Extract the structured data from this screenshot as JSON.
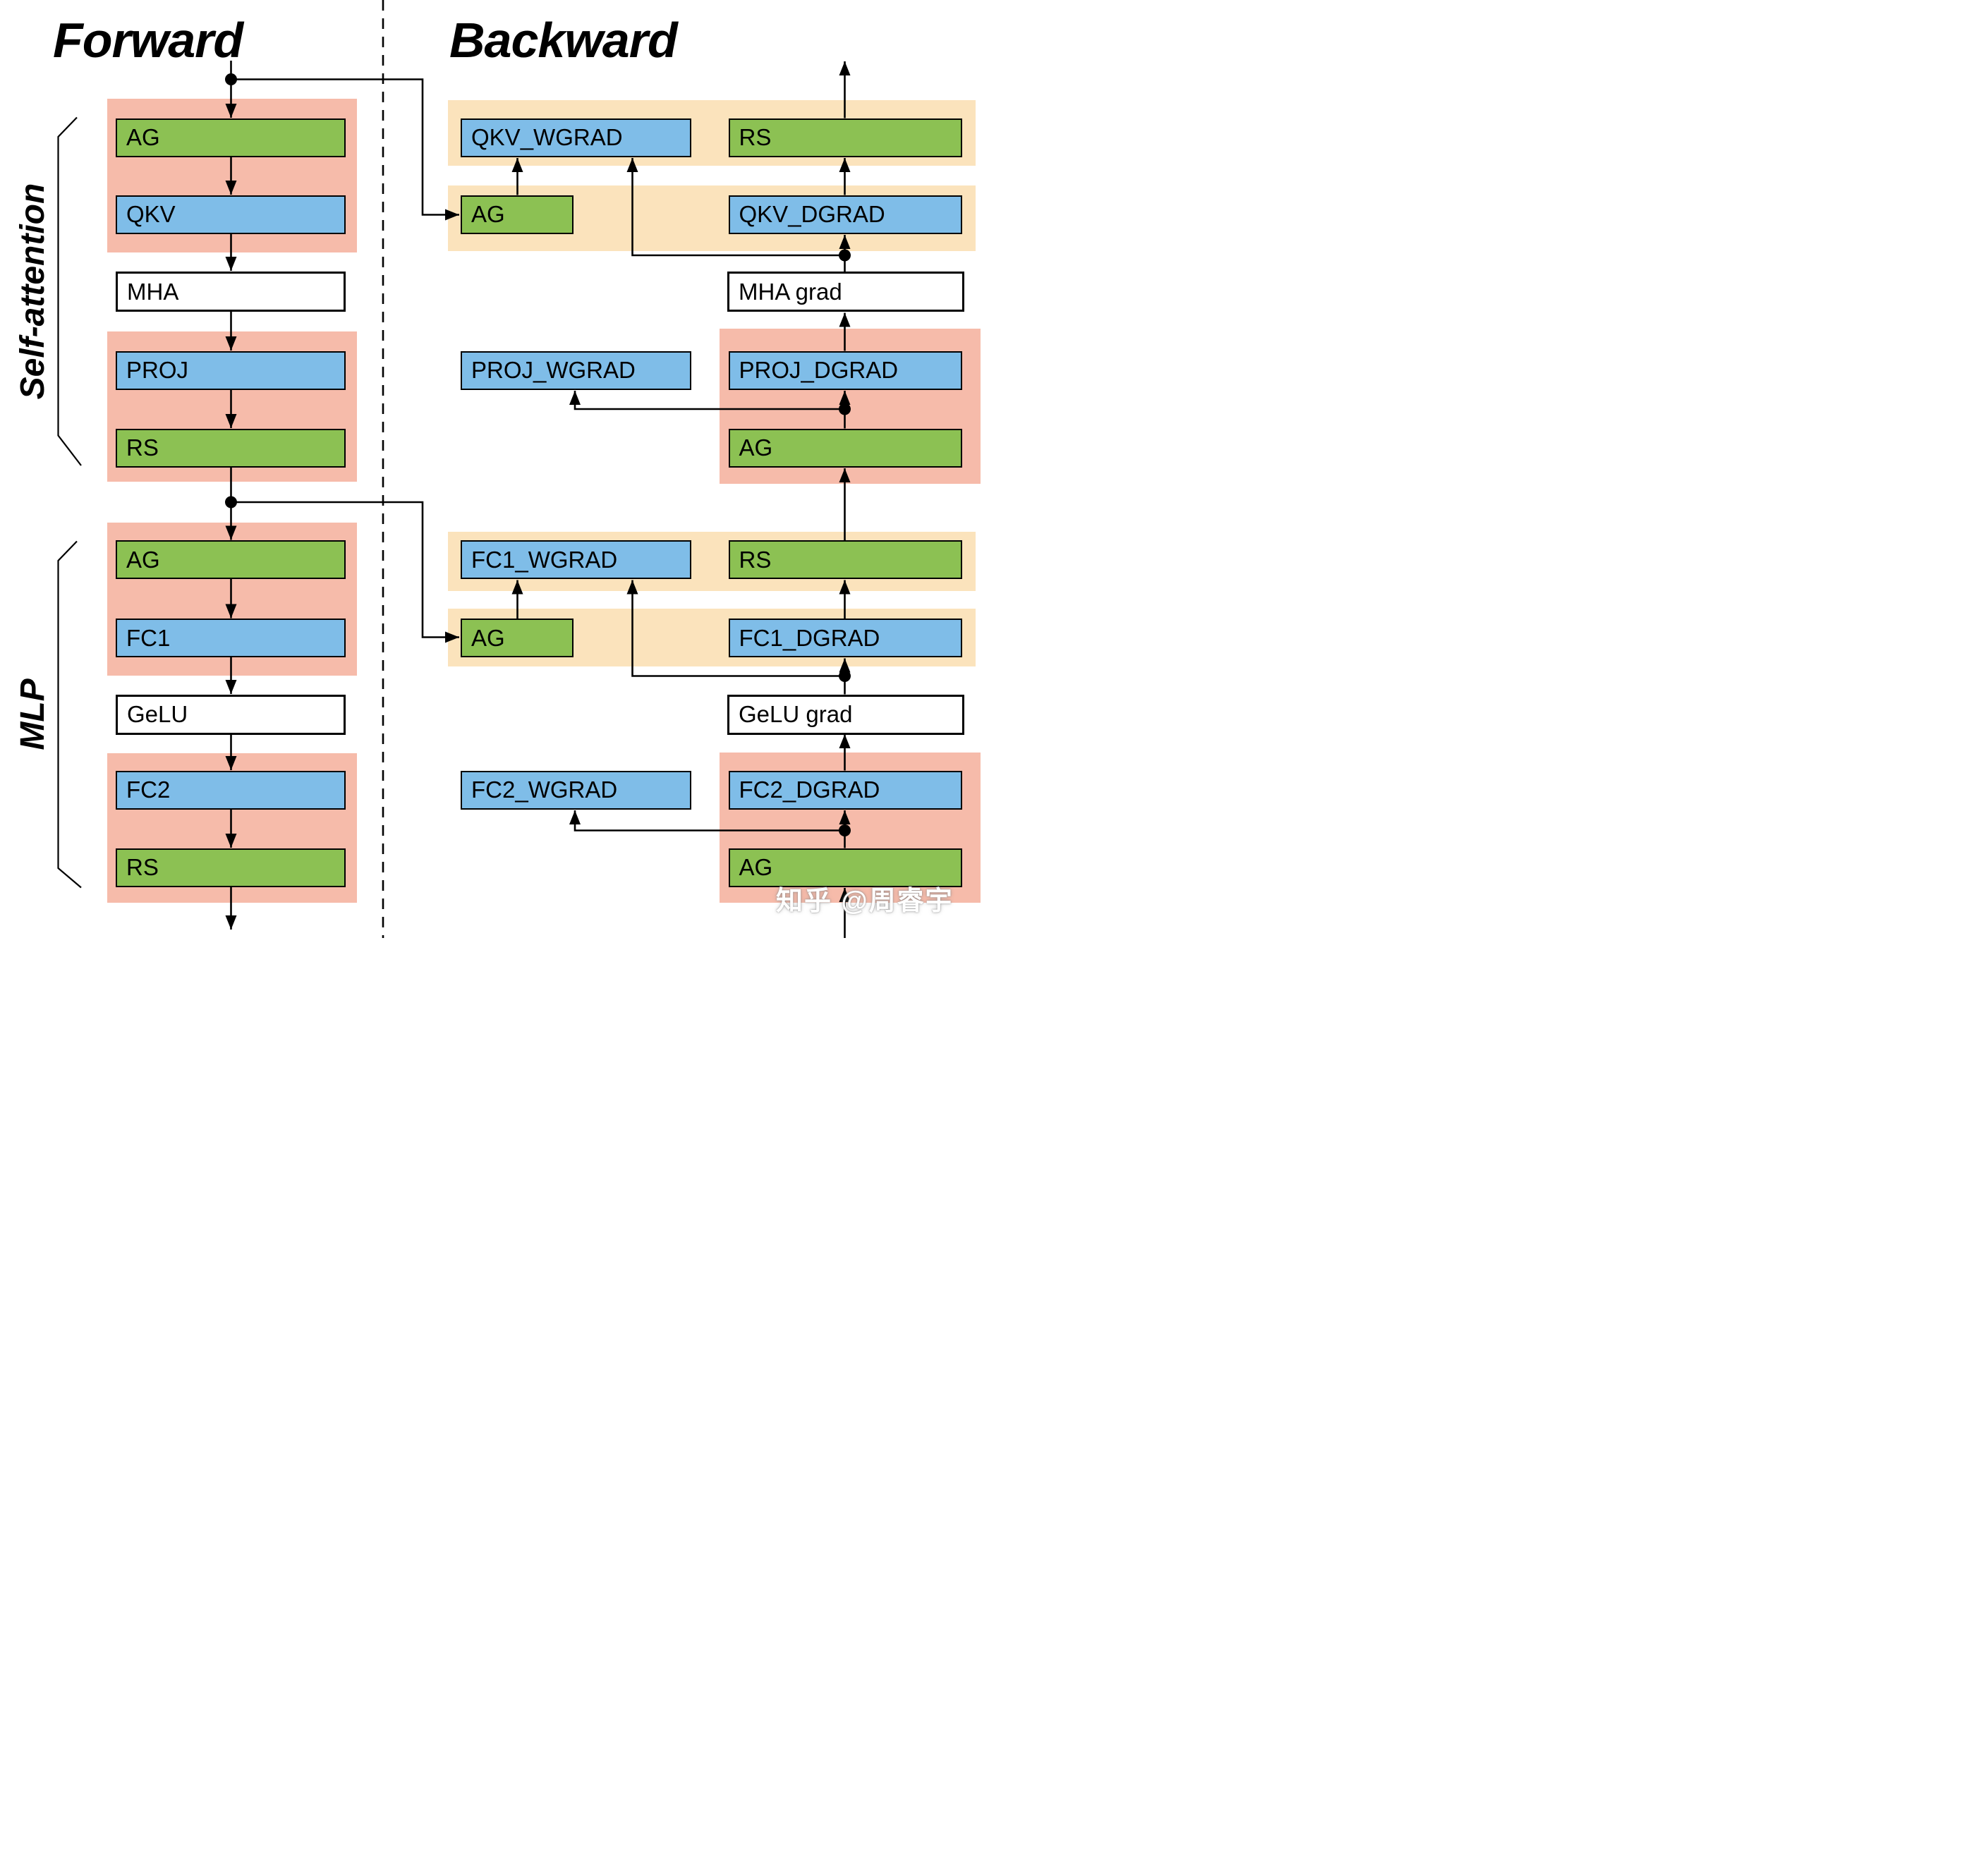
{
  "diagram": {
    "titles": {
      "forward": "Forward",
      "backward": "Backward"
    },
    "sections": {
      "self_attention": "Self-attention",
      "mlp": "MLP"
    },
    "watermark": "知乎 @周睿宇",
    "colors": {
      "green": "#8cc153",
      "blue": "#7fbde8",
      "pink": "#f6bbaa",
      "tan": "#fbe3bc",
      "ink": "#000000",
      "paper": "#ffffff",
      "watermark": "#ffffff"
    },
    "nodes": {
      "f_ag1": {
        "label": "AG"
      },
      "f_qkv": {
        "label": "QKV"
      },
      "f_mha": {
        "label": "MHA"
      },
      "f_proj": {
        "label": "PROJ"
      },
      "f_rs1": {
        "label": "RS"
      },
      "f_ag2": {
        "label": "AG"
      },
      "f_fc1": {
        "label": "FC1"
      },
      "f_gelu": {
        "label": "GeLU"
      },
      "f_fc2": {
        "label": "FC2"
      },
      "f_rs2": {
        "label": "RS"
      },
      "b_qkv_wgrad": {
        "label": "QKV_WGRAD"
      },
      "b_rs1": {
        "label": "RS"
      },
      "b_ag1": {
        "label": "AG"
      },
      "b_qkv_dgrad": {
        "label": "QKV_DGRAD"
      },
      "b_mha_grad": {
        "label": "MHA grad"
      },
      "b_proj_wgrad": {
        "label": "PROJ_WGRAD"
      },
      "b_proj_dgrad": {
        "label": "PROJ_DGRAD"
      },
      "b_ag2": {
        "label": "AG"
      },
      "b_fc1_wgrad": {
        "label": "FC1_WGRAD"
      },
      "b_rs2": {
        "label": "RS"
      },
      "b_ag3": {
        "label": "AG"
      },
      "b_fc1_dgrad": {
        "label": "FC1_DGRAD"
      },
      "b_gelu_grad": {
        "label": "GeLU grad"
      },
      "b_fc2_wgrad": {
        "label": "FC2_WGRAD"
      },
      "b_fc2_dgrad": {
        "label": "FC2_DGRAD"
      },
      "b_ag4": {
        "label": "AG"
      }
    }
  }
}
